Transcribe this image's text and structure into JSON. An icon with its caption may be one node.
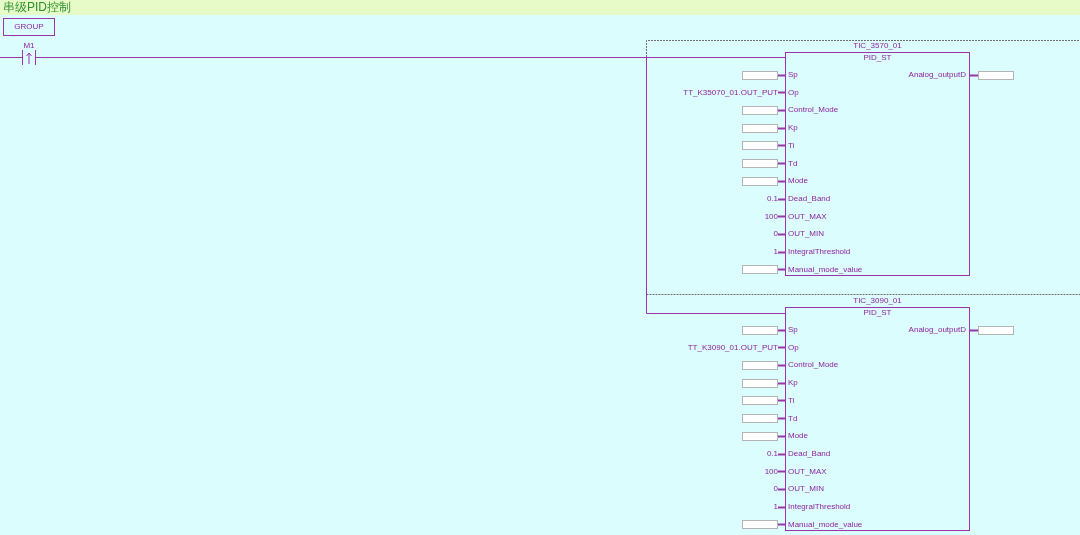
{
  "diagram": {
    "title": "串级PID控制",
    "nodes": [
      {
        "text": [
          "GROUP"
        ]
      },
      {
        "text": [
          "M1"
        ]
      },
      {
        "text": [
          "TIC_3570_01",
          "PID_ST"
        ]
      },
      {
        "text": [],
        "shape": "box"
      },
      {
        "text": [
          "Sp"
        ],
        "in": 2
      },
      {
        "text": [
          "Analog_outputD"
        ],
        "in": 2
      },
      {
        "text": [],
        "shape": "box"
      },
      {
        "text": [
          "TT_K35070_01.OUT_PUT"
        ]
      },
      {
        "text": [
          "Op"
        ],
        "in": 2
      },
      {
        "text": [],
        "shape": "box"
      },
      {
        "text": [
          "Control_Mode"
        ],
        "in": 2
      },
      {
        "text": [],
        "shape": "box"
      },
      {
        "text": [
          "Kp"
        ],
        "in": 2
      },
      {
        "text": [],
        "shape": "box"
      },
      {
        "text": [
          "Ti"
        ],
        "in": 2
      },
      {
        "text": [],
        "shape": "box"
      },
      {
        "text": [
          "Td"
        ],
        "in": 2
      },
      {
        "text": [],
        "shape": "box"
      },
      {
        "text": [
          "Mode"
        ],
        "in": 2
      },
      {
        "text": [
          "0.1"
        ]
      },
      {
        "text": [
          "Dead_Band"
        ],
        "in": 2
      },
      {
        "text": [
          "100"
        ]
      },
      {
        "text": [
          "OUT_MAX"
        ],
        "in": 2
      },
      {
        "text": [
          "0"
        ]
      },
      {
        "text": [
          "OUT_MIN"
        ],
        "in": 2
      },
      {
        "text": [
          "1"
        ]
      },
      {
        "text": [
          "IntegralThreshold"
        ],
        "in": 2
      },
      {
        "text": [],
        "shape": "box"
      },
      {
        "text": [
          "Manual_mode_value"
        ],
        "in": 2
      },
      {
        "text": [
          "TIC_3090_01",
          "PID_ST"
        ]
      },
      {
        "text": [],
        "shape": "box"
      },
      {
        "text": [
          "Sp"
        ],
        "in": 29
      },
      {
        "text": [
          "Analog_outputD"
        ],
        "in": 29
      },
      {
        "text": [],
        "shape": "box"
      },
      {
        "text": [
          "TT_K3090_01.OUT_PUT"
        ]
      },
      {
        "text": [
          "Op"
        ],
        "in": 29
      },
      {
        "text": [],
        "shape": "box"
      },
      {
        "text": [
          "Control_Mode"
        ],
        "in": 29
      },
      {
        "text": [],
        "shape": "box"
      },
      {
        "text": [
          "Kp"
        ],
        "in": 29
      },
      {
        "text": [],
        "shape": "box"
      },
      {
        "text": [
          "Ti"
        ],
        "in": 29
      },
      {
        "text": [],
        "shape": "box"
      },
      {
        "text": [
          "Td"
        ],
        "in": 29
      },
      {
        "text": [],
        "shape": "box"
      },
      {
        "text": [
          "Mode"
        ],
        "in": 29
      },
      {
        "text": [
          "0.1"
        ]
      },
      {
        "text": [
          "Dead_Band"
        ],
        "in": 29
      },
      {
        "text": [
          "100"
        ]
      },
      {
        "text": [
          "OUT_MAX"
        ],
        "in": 29
      },
      {
        "text": [
          "0"
        ]
      },
      {
        "text": [
          "OUT_MIN"
        ],
        "in": 29
      },
      {
        "text": [
          "1"
        ]
      },
      {
        "text": [
          "IntegralThreshold"
        ],
        "in": 29
      },
      {
        "text": [],
        "shape": "box"
      },
      {
        "text": [
          "Manual_mode_value"
        ],
        "in": 29
      }
    ],
    "edges": [
      {
        "from": null,
        "to": 1,
        "arrow": "none"
      },
      {
        "from": 1,
        "to": 2,
        "arrow": "none"
      },
      {
        "from": 1,
        "to": 29,
        "arrow": "none"
      },
      {
        "from": 3,
        "to": 4,
        "arrow": "none"
      },
      {
        "from": 5,
        "to": 6,
        "arrow": "none"
      },
      {
        "from": 7,
        "to": 8,
        "arrow": "none"
      },
      {
        "from": 9,
        "to": 10,
        "arrow": "none"
      },
      {
        "from": 11,
        "to": 12,
        "arrow": "none"
      },
      {
        "from": 13,
        "to": 14,
        "arrow": "none"
      },
      {
        "from": 15,
        "to": 16,
        "arrow": "none"
      },
      {
        "from": 17,
        "to": 18,
        "arrow": "none"
      },
      {
        "from": 19,
        "to": 20,
        "arrow": "none"
      },
      {
        "from": 21,
        "to": 22,
        "arrow": "none"
      },
      {
        "from": 23,
        "to": 24,
        "arrow": "none"
      },
      {
        "from": 25,
        "to": 26,
        "arrow": "none"
      },
      {
        "from": 27,
        "to": 28,
        "arrow": "none"
      },
      {
        "from": 30,
        "to": 31,
        "arrow": "none"
      },
      {
        "from": 32,
        "to": 33,
        "arrow": "none"
      },
      {
        "from": 34,
        "to": 35,
        "arrow": "none"
      },
      {
        "from": 36,
        "to": 37,
        "arrow": "none"
      },
      {
        "from": 38,
        "to": 39,
        "arrow": "none"
      },
      {
        "from": 40,
        "to": 41,
        "arrow": "none"
      },
      {
        "from": 42,
        "to": 43,
        "arrow": "none"
      },
      {
        "from": 44,
        "to": 45,
        "arrow": "none"
      },
      {
        "from": 46,
        "to": 47,
        "arrow": "none"
      },
      {
        "from": 48,
        "to": 49,
        "arrow": "none"
      },
      {
        "from": 50,
        "to": 51,
        "arrow": "none"
      },
      {
        "from": 52,
        "to": 53,
        "arrow": "none"
      },
      {
        "from": 54,
        "to": 55,
        "arrow": "none"
      }
    ]
  }
}
